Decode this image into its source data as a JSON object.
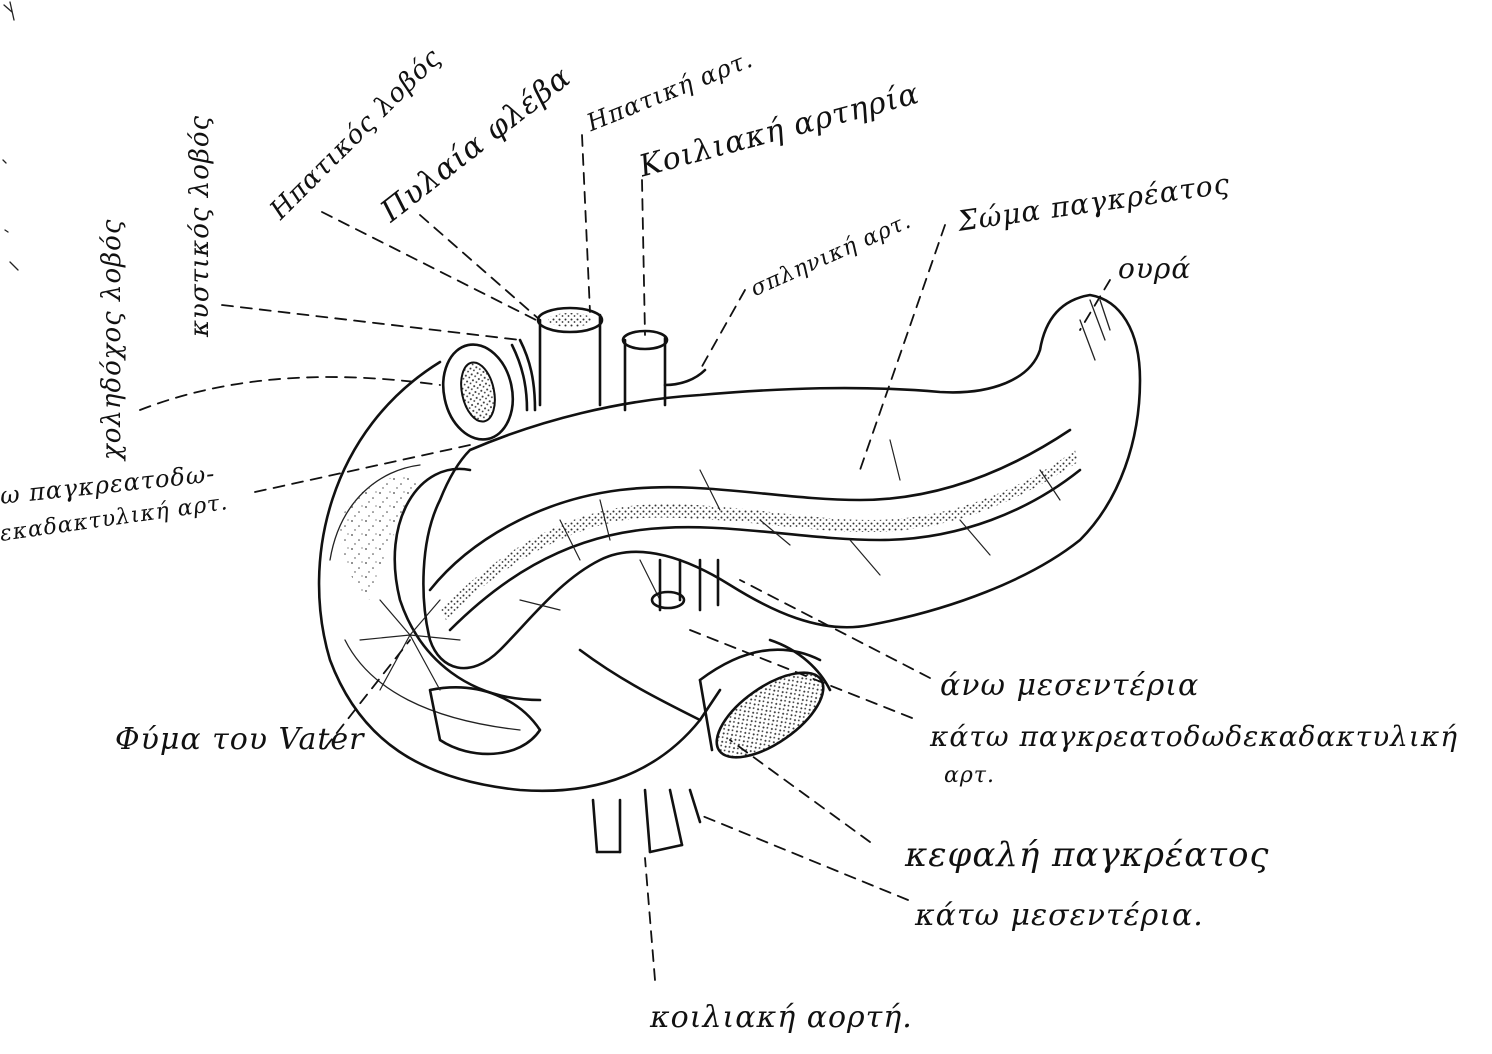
{
  "labels": {
    "hepatic_lobe": "Ηπατικός λοβός",
    "portal_vein": "Πυλαία φλέβα",
    "hepatic_artery": "Ηπατική αρτ.",
    "celiac_artery_top": "Κοιλιακή αρτηρία",
    "cystic_duct": "κυστικός λοβός",
    "common_bile_duct": "χοληδόχος λοβός",
    "splenic_artery": "σπληνική αρτ.",
    "pancreas_body": "Σώμα παγκρέατος",
    "pancreas_tail": "ουρά",
    "pancreaticoduodenal_1": "ω παγκρεατοδω-",
    "pancreaticoduodenal_2": "εκαδακτυλική αρτ.",
    "ampulla_vater": "Φύμα του Vater",
    "superior_mesenteric": "άνω μεσεντέρια",
    "inferior_pancreaticoduodenal_1": "κάτω παγκρεατοδωδεκαδακτυλική",
    "inferior_pancreaticoduodenal_2": "αρτ.",
    "pancreas_head": "κεφαλή παγκρέατος",
    "inferior_mesenteric": "κάτω μεσεντέρια.",
    "celiac_artery_bottom": "κοιλιακή αορτή."
  },
  "colors": {
    "ink": "#111111",
    "paper": "#ffffff"
  }
}
